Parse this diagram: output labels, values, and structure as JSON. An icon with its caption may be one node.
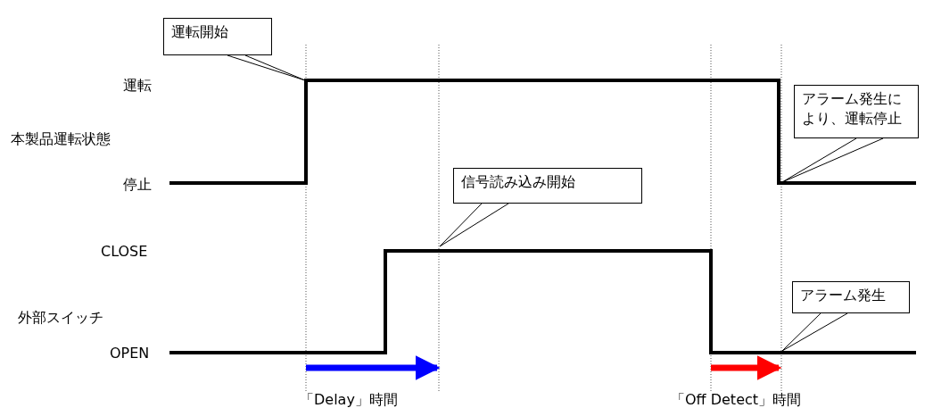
{
  "diagram": {
    "nodes": [
      {
        "text": [
          "運転開始"
        ]
      },
      {
        "text": [
          "信号読み込み開始"
        ]
      },
      {
        "text": [
          "アラーム発生により、運転停止"
        ]
      },
      {
        "text": [
          "アラーム発生"
        ]
      }
    ],
    "edges": [
      {
        "from": 0,
        "to": null,
        "arrow": "none"
      },
      {
        "from": 1,
        "to": null,
        "arrow": "none"
      },
      {
        "from": 2,
        "to": null,
        "arrow": "none"
      },
      {
        "from": 3,
        "to": null,
        "arrow": "none"
      }
    ],
    "labels": [
      "運転",
      "本製品運転状態",
      "停止",
      "CLOSE",
      "外部スイッチ",
      "OPEN",
      "「Delay」時間",
      "「Off Detect」時間"
    ]
  }
}
